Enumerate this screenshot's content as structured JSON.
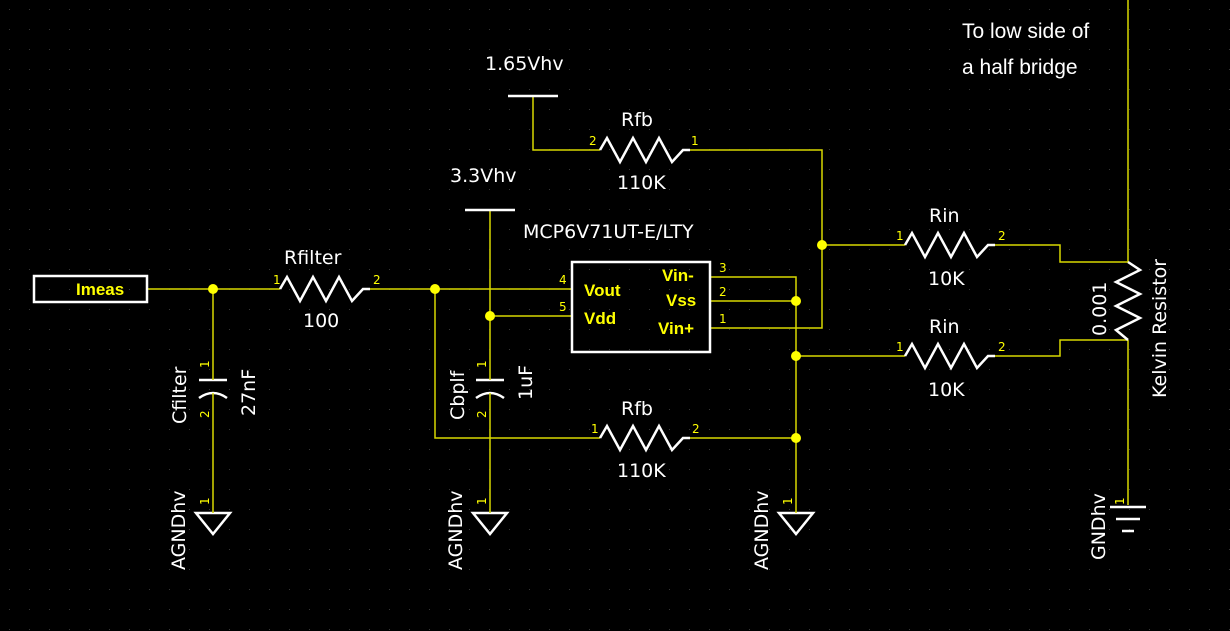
{
  "colors": {
    "background": "#000000",
    "wire": "#d8d800",
    "part": "#ffffff",
    "pin_label": "#ffff00"
  },
  "note": {
    "line1": "To low side of",
    "line2": "a half bridge"
  },
  "port": {
    "name": "Imeas"
  },
  "supplies": {
    "v165": "1.65Vhv",
    "v33": "3.3Vhv"
  },
  "opamp": {
    "name": "MCP6V71UT-E/LTY",
    "pins": {
      "vout": "Vout",
      "vdd": "Vdd",
      "vin_minus": "Vin-",
      "vss": "Vss",
      "vin_plus": "Vin+",
      "vout_num": "4",
      "vdd_num": "5",
      "vin_minus_num": "3",
      "vss_num": "2",
      "vin_plus_num": "1"
    }
  },
  "rfilter": {
    "name": "Rfilter",
    "value": "100",
    "pin1": "1",
    "pin2": "2"
  },
  "rfb_top": {
    "name": "Rfb",
    "value": "110K",
    "pin1": "1",
    "pin2": "2"
  },
  "rfb_bot": {
    "name": "Rfb",
    "value": "110K",
    "pin1": "1",
    "pin2": "2"
  },
  "rin_top": {
    "name": "Rin",
    "value": "10K",
    "pin1": "1",
    "pin2": "2"
  },
  "rin_bot": {
    "name": "Rin",
    "value": "10K",
    "pin1": "1",
    "pin2": "2"
  },
  "cfilter": {
    "name": "Cfilter",
    "value": "27nF",
    "pin1": "1",
    "pin2": "2"
  },
  "cbplf": {
    "name": "Cbplf",
    "value": "1uF",
    "pin1": "1",
    "pin2": "2"
  },
  "shunt": {
    "name": "Kelvin Resistor",
    "value": "0.001"
  },
  "grounds": {
    "agnd": "AGNDhv",
    "gnd": "GNDhv",
    "pin": "1"
  }
}
